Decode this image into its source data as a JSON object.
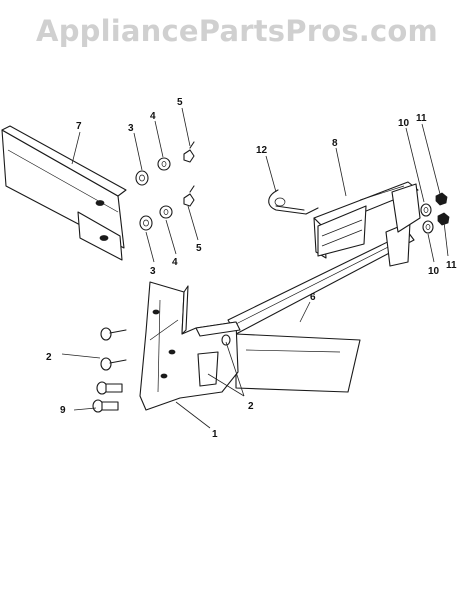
{
  "watermark": {
    "text": "AppliancePartsPros.com"
  },
  "callouts": {
    "c1": "1",
    "c2a": "2",
    "c2b": "2",
    "c3a": "3",
    "c3b": "3",
    "c4a": "4",
    "c4b": "4",
    "c5a": "5",
    "c5b": "5",
    "c6": "6",
    "c7": "7",
    "c8": "8",
    "c9": "9",
    "c10a": "10",
    "c10b": "10",
    "c11a": "11",
    "c11b": "11",
    "c12": "12"
  }
}
